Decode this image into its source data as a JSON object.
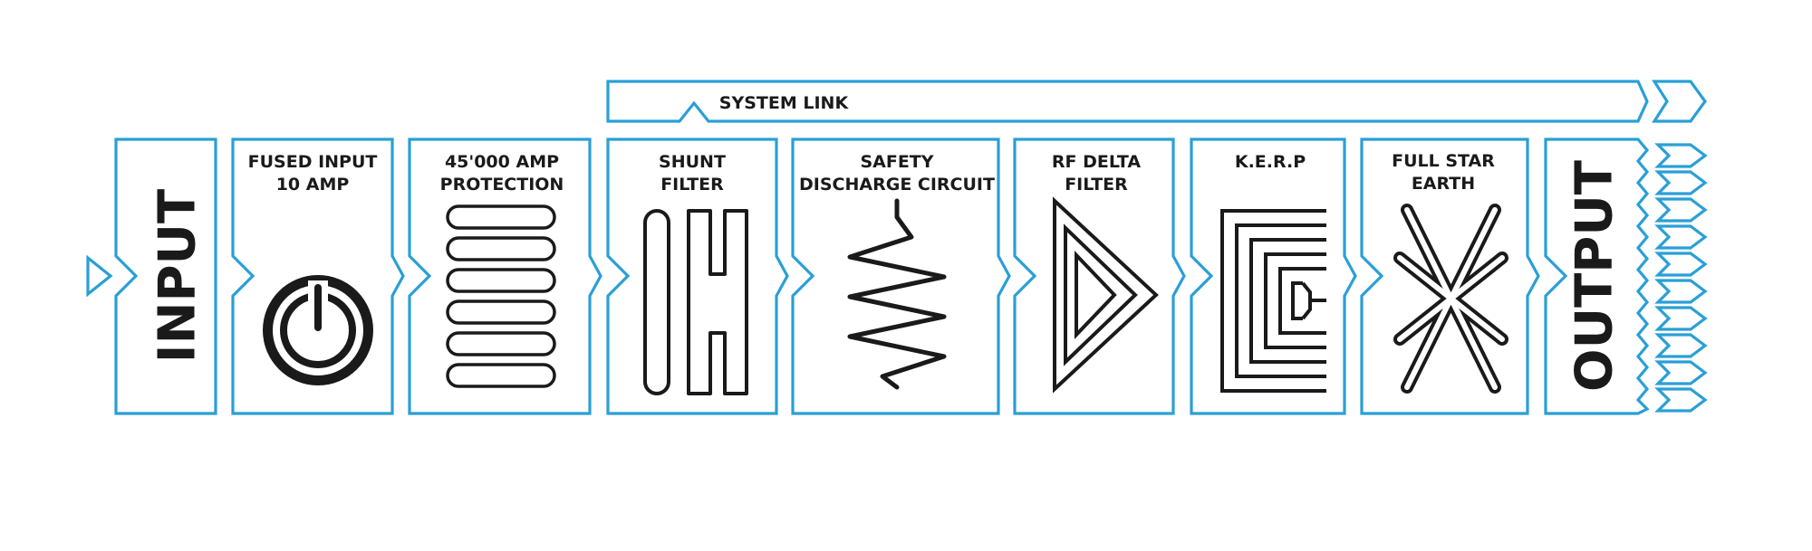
{
  "colors": {
    "accent": "#2a9fd6",
    "ink": "#1a1a1a",
    "background": "#ffffff"
  },
  "system_link": "SYSTEM LINK",
  "input": "INPUT",
  "output": "OUTPUT",
  "stages": [
    {
      "line1": "FUSED INPUT",
      "line2": "10 AMP",
      "icon": "power-icon"
    },
    {
      "line1": "45'000 AMP",
      "line2": "PROTECTION",
      "icon": "stacked-bars-icon"
    },
    {
      "line1": "SHUNT",
      "line2": "FILTER",
      "icon": "shunt-filter-icon"
    },
    {
      "line1": "SAFETY",
      "line2": "DISCHARGE CIRCUIT",
      "icon": "zigzag-coil-icon"
    },
    {
      "line1": "RF DELTA",
      "line2": "FILTER",
      "icon": "nested-triangle-icon"
    },
    {
      "line1": "K.E.R.P",
      "line2": "",
      "icon": "nested-brackets-icon"
    },
    {
      "line1": "FULL STAR",
      "line2": "EARTH",
      "icon": "star-earth-icon"
    }
  ]
}
